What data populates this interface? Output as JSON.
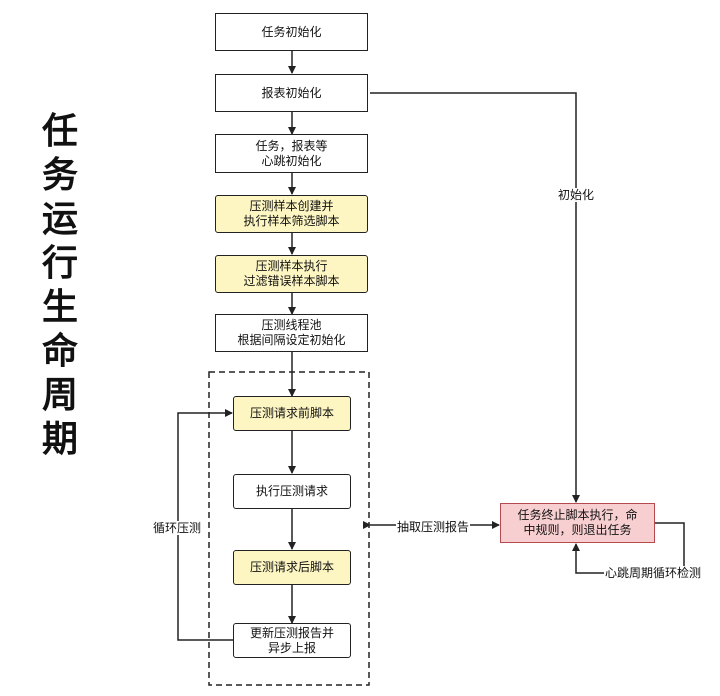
{
  "title_chars": [
    "任",
    "务",
    "运",
    "行",
    "生",
    "命",
    "周",
    "期"
  ],
  "nodes": {
    "task_init": "任务初始化",
    "report_init": "报表初始化",
    "heartbeat_init": "任务，报表等\n心跳初始化",
    "sample_create": "压测样本创建并\n执行样本筛选脚本",
    "sample_exec": "压测样本执行\n过滤错误样本脚本",
    "thread_pool": "压测线程池\n根据间隔设定初始化",
    "pre_script": "压测请求前脚本",
    "exec_request": "执行压测请求",
    "post_script": "压测请求后脚本",
    "update_report": "更新压测报告并\n异步上报",
    "terminate": "任务终止脚本执行，命\n中规则，则退出任务"
  },
  "edge_labels": {
    "init": "初始化",
    "loop": "循环压测",
    "fetch_report": "抽取压测报告",
    "heartbeat_check": "心跳周期循环检测"
  },
  "colors": {
    "highlight_fill": "#fdf6c3",
    "terminate_fill": "#f8cfd1",
    "terminate_border": "#b54a4f"
  }
}
